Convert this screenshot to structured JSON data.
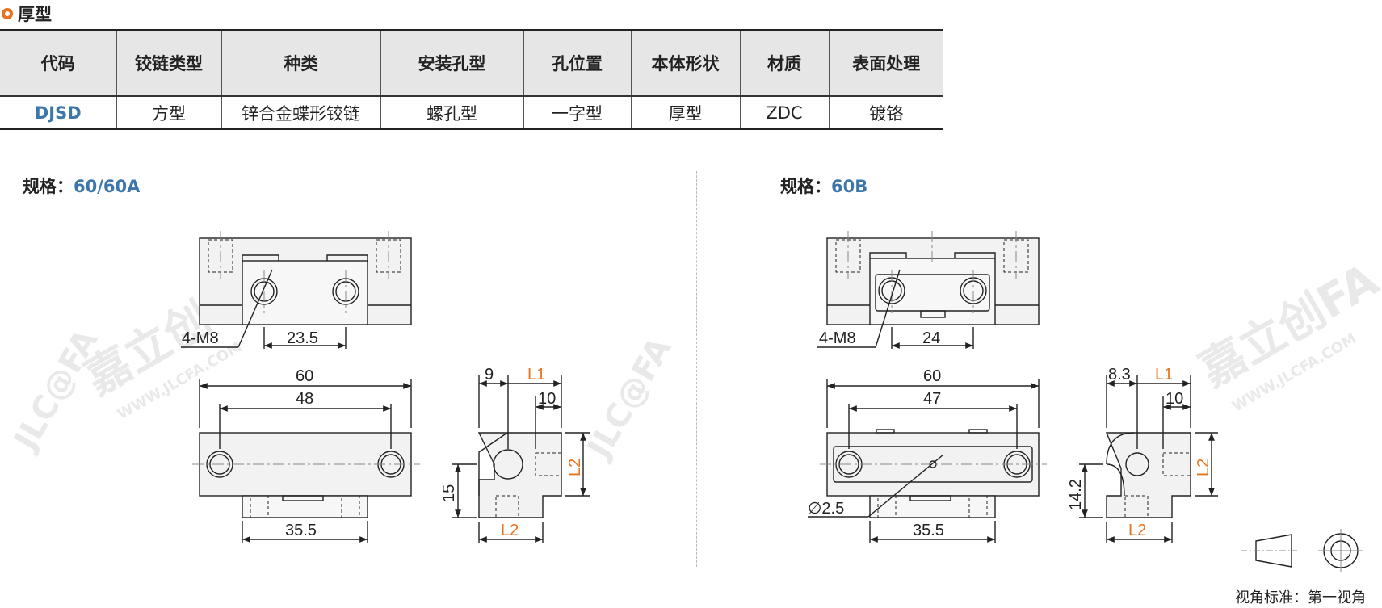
{
  "section": {
    "title": "厚型"
  },
  "table": {
    "headers": [
      "代码",
      "铰链类型",
      "种类",
      "安装孔型",
      "孔位置",
      "本体形状",
      "材质",
      "表面处理"
    ],
    "row": [
      "DJSD",
      "方型",
      "锌合金蝶形铰链",
      "螺孔型",
      "一字型",
      "厚型",
      "ZDC",
      "镀铬"
    ]
  },
  "spec_left": {
    "label": "规格：",
    "value": "60/60A"
  },
  "spec_right": {
    "label": "规格：",
    "value": "60B"
  },
  "watermark": {
    "brand": "嘉立创FA",
    "url": "WWW.JLCFA.COM",
    "logo": "JLC@FA"
  },
  "drawing_left": {
    "thread": "4-M8",
    "pitch": "23.5",
    "width": "60",
    "hole_span": "48",
    "base_width": "35.5",
    "side_offset": "9",
    "l1": "L1",
    "depth": "10",
    "l2": "L2",
    "height": "15"
  },
  "drawing_right": {
    "thread": "4-M8",
    "pitch": "24",
    "width": "60",
    "hole_span": "47",
    "pin": "∅2.5",
    "base_width": "35.5",
    "side_offset": "8.3",
    "l1": "L1",
    "depth": "10",
    "l2": "L2",
    "height": "14.2"
  },
  "projection": {
    "label": "视角标准：第一视角"
  },
  "colors": {
    "accent": "#e8731f",
    "code_blue": "#3d77aa",
    "header_bg": "#e6e6e6"
  }
}
